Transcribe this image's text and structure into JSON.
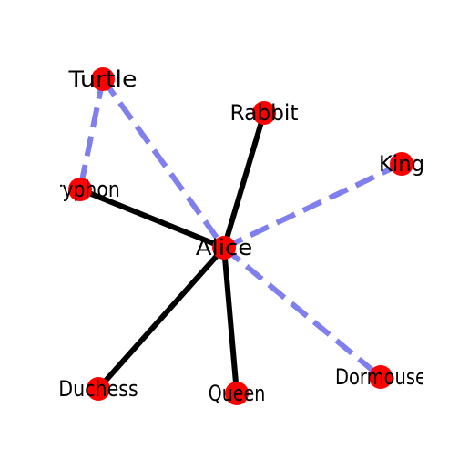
{
  "graph": {
    "node_color": "#ff0000",
    "solid_edge_color": "#000000",
    "dashed_edge_color": "#7f7fee",
    "nodes": [
      {
        "id": "turtle",
        "label": "Turtle"
      },
      {
        "id": "rabbit",
        "label": "Rabbit"
      },
      {
        "id": "king",
        "label": "King"
      },
      {
        "id": "gryphon",
        "label": "Gryphon"
      },
      {
        "id": "alice",
        "label": "Alice"
      },
      {
        "id": "duchess",
        "label": "Duchess"
      },
      {
        "id": "queen",
        "label": "Queen"
      },
      {
        "id": "dormouse",
        "label": "Dormouse"
      }
    ],
    "edges": [
      {
        "source": "alice",
        "target": "rabbit",
        "style": "solid"
      },
      {
        "source": "alice",
        "target": "gryphon",
        "style": "solid"
      },
      {
        "source": "alice",
        "target": "duchess",
        "style": "solid"
      },
      {
        "source": "alice",
        "target": "queen",
        "style": "solid"
      },
      {
        "source": "alice",
        "target": "king",
        "style": "dashed"
      },
      {
        "source": "alice",
        "target": "dormouse",
        "style": "dashed"
      },
      {
        "source": "turtle",
        "target": "alice",
        "style": "dashed"
      },
      {
        "source": "turtle",
        "target": "gryphon",
        "style": "dashed"
      }
    ]
  }
}
